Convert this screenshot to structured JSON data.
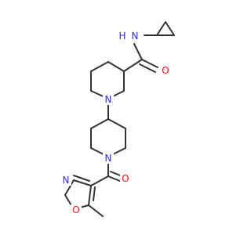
{
  "molecule": {
    "atoms": {
      "amide_n": "N",
      "amide_n_h": "H",
      "amide_o": "O",
      "pip1_n": "N",
      "pip2_n": "N",
      "carbonyl_o": "O",
      "oxazole_n": "N",
      "oxazole_o": "O"
    }
  },
  "colors": {
    "bond": "#333333",
    "nitrogen": "#2c2cf0",
    "oxygen": "#ff0d0d",
    "background": "#ffffff"
  }
}
